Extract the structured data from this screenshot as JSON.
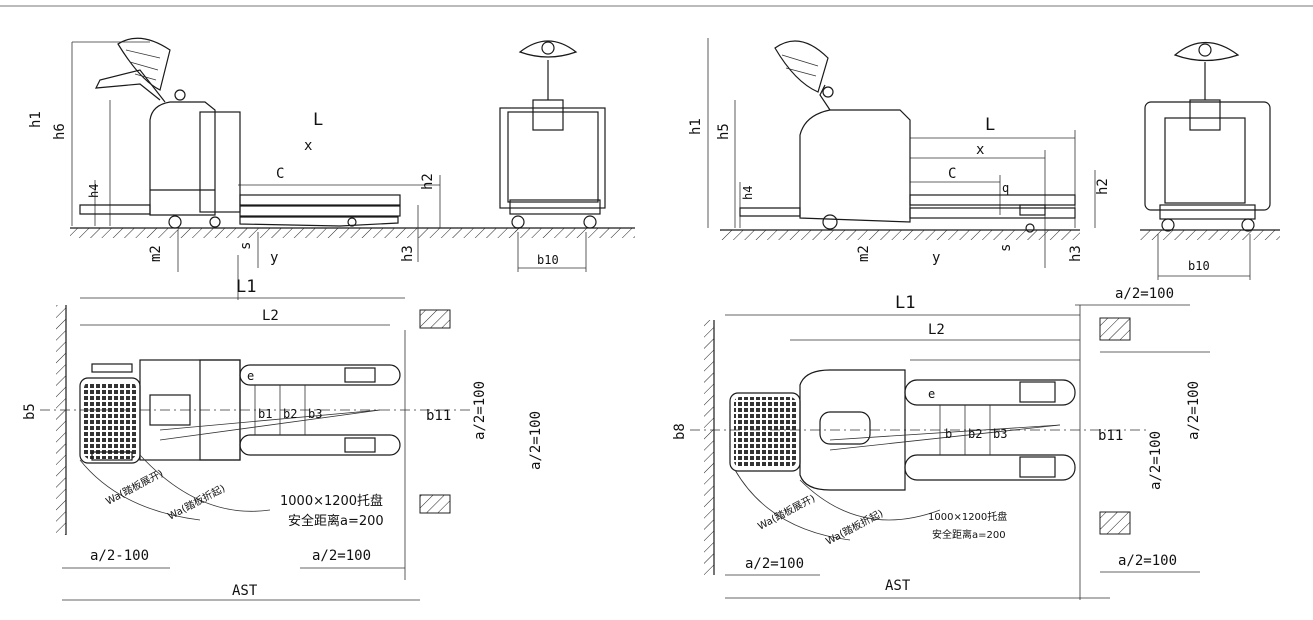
{
  "left_side_view": {
    "labels": {
      "h1": "h1",
      "h6": "h6",
      "h4": "h4",
      "L": "L",
      "x": "x",
      "c": "C",
      "h2": "h2",
      "m2": "m2",
      "s": "s",
      "y": "y",
      "h3": "h3",
      "b10": "b10"
    }
  },
  "left_top_view": {
    "labels": {
      "L1": "L1",
      "L2": "L2",
      "b5": "b5",
      "e": "e",
      "b1": "b1",
      "b2": "b2",
      "b3": "b3",
      "b11": "b11",
      "wa1": "Wa(踏板展开)",
      "wa2": "Wa(踏板折起)"
    },
    "a_half_right": "a/2=100",
    "a_half_far": "a/2=100",
    "a_half_bottom_left": "a/2-100",
    "a_half_bottom_right": "a/2=100",
    "pallet_line1": "1000×1200托盘",
    "pallet_line2": "安全距离a=200",
    "ast": "AST"
  },
  "right_side_view": {
    "labels": {
      "h1": "h1",
      "h5": "h5",
      "h4": "h4",
      "L": "L",
      "x": "x",
      "c": "C",
      "q": "q",
      "h2": "h2",
      "m2": "m2",
      "y": "y",
      "s": "s",
      "h3": "h3",
      "b10": "b10"
    }
  },
  "right_top_view": {
    "labels": {
      "L1": "L1",
      "L2": "L2",
      "b8": "b8",
      "e": "e",
      "b": "b",
      "b2": "b2",
      "b3": "b3",
      "b11": "b11",
      "wa1": "Wa(踏板展开)",
      "wa2": "Wa(踏板折起)"
    },
    "a_half_top": "a/2=100",
    "a_half_mid": "a/2=100",
    "a_half_right": "a/2=100",
    "a_half_bottom_left": "a/2=100",
    "a_half_bottom_right": "a/2=100",
    "pallet_line1": "1000×1200托盘",
    "pallet_line2": "安全距离a=200",
    "ast": "AST"
  }
}
